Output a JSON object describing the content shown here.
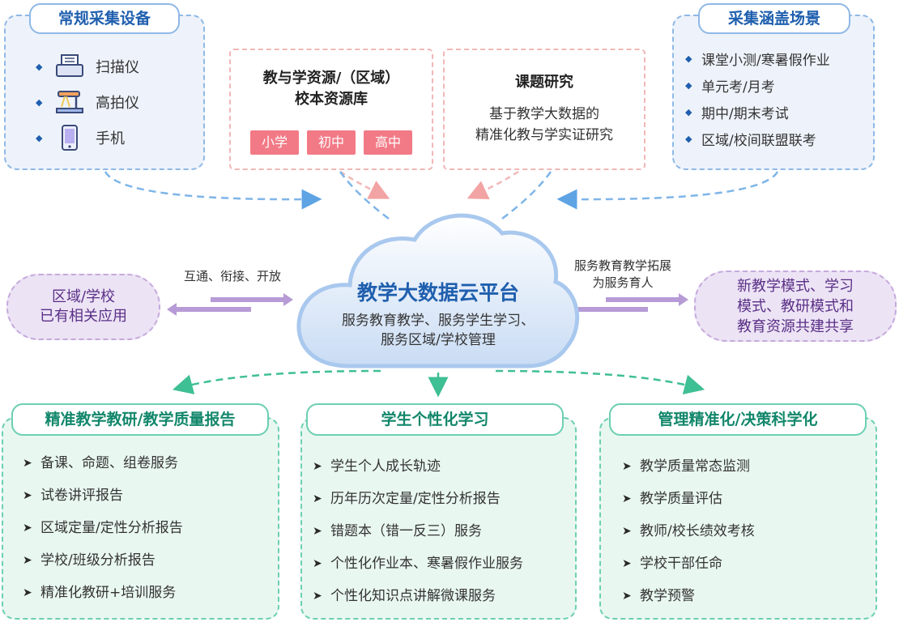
{
  "devices": {
    "title": "常规采集设备",
    "items": [
      {
        "label": "扫描仪",
        "icon": "scanner-icon"
      },
      {
        "label": "高拍仪",
        "icon": "document-camera-icon"
      },
      {
        "label": "手机",
        "icon": "phone-icon"
      }
    ]
  },
  "resource": {
    "title_line1": "教与学资源/（区域）",
    "title_line2": "校本资源库",
    "tags": [
      "小学",
      "初中",
      "高中"
    ]
  },
  "research": {
    "title": "课题研究",
    "desc_line1": "基于教学大数据的",
    "desc_line2": "精准化教与学实证研究"
  },
  "scenes": {
    "title": "采集涵盖场景",
    "items": [
      "课堂小测/寒暑假作业",
      "单元考/月考",
      "期中/期末考试",
      "区域/校间联盟联考"
    ]
  },
  "left_app": {
    "line1": "区域/学校",
    "line2": "已有相关应用",
    "arrow_label": "互通、衔接、开放"
  },
  "right_app": {
    "line1": "新教学模式、学习",
    "line2": "模式、教研模式和",
    "line3": "教育资源共建共享",
    "arrow_label_line1": "服务教育教学拓展",
    "arrow_label_line2": "为服务育人"
  },
  "platform": {
    "title": "教学大数据云平台",
    "sub_line1": "服务教育教学、服务学生学习、",
    "sub_line2": "服务区域/学校管理"
  },
  "bottom": [
    {
      "title": "精准教学教研/教学质量报告",
      "items": [
        "备课、命题、组卷服务",
        "试卷讲评报告",
        "区域定量/定性分析报告",
        "学校/班级分析报告",
        "精准化教研+培训服务"
      ]
    },
    {
      "title": "学生个性化学习",
      "items": [
        "学生个人成长轨迹",
        "历年历次定量/定性分析报告",
        "错题本（错一反三）服务",
        "个性化作业本、寒暑假作业服务",
        "个性化知识点讲解微课服务"
      ]
    },
    {
      "title": "管理精准化/决策科学化",
      "items": [
        "教学质量常态监测",
        "教学质量评估",
        "教师/校长绩效考核",
        "学校干部任命",
        "教学预警"
      ]
    }
  ],
  "colors": {
    "blue": "#1f5fae",
    "pink": "#f27a86",
    "purple": "#5a2f86",
    "green": "#12876b"
  }
}
